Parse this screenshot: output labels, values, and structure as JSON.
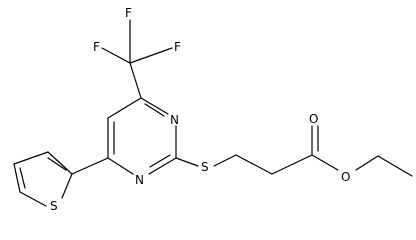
{
  "molecule": {
    "atoms": {
      "f1": "F",
      "f2": "F",
      "f3": "F",
      "n1": "N",
      "n2": "N",
      "s_link": "S",
      "s_thiophene": "S",
      "o_carbonyl": "O",
      "o_ester": "O"
    }
  }
}
